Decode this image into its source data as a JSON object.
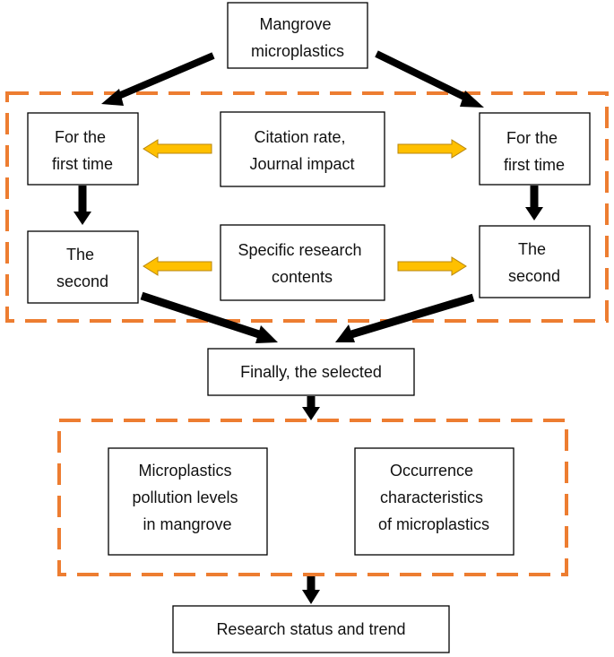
{
  "nodes": {
    "mangrove_microplastics": [
      "Mangrove",
      "microplastics"
    ],
    "citation_rate": [
      "Citation rate,",
      "Journal impact"
    ],
    "first_time_left": [
      "For the",
      "first time"
    ],
    "first_time_right": [
      "For the",
      "first time"
    ],
    "specific_research": [
      "Specific research",
      "contents"
    ],
    "second_left": [
      "The",
      "second"
    ],
    "second_right": [
      "The",
      "second"
    ],
    "finally_selected": [
      "Finally, the selected"
    ],
    "pollution_levels": [
      "Microplastics",
      "pollution levels",
      "in mangrove"
    ],
    "occurrence": [
      "Occurrence",
      "characteristics",
      "of microplastics"
    ],
    "research_status": [
      "Research status and trend"
    ]
  },
  "colors": {
    "frame": "#ed7d31",
    "side_arrow": "#ffc000",
    "flow_arrow": "#000000",
    "box_border": "#000000"
  }
}
